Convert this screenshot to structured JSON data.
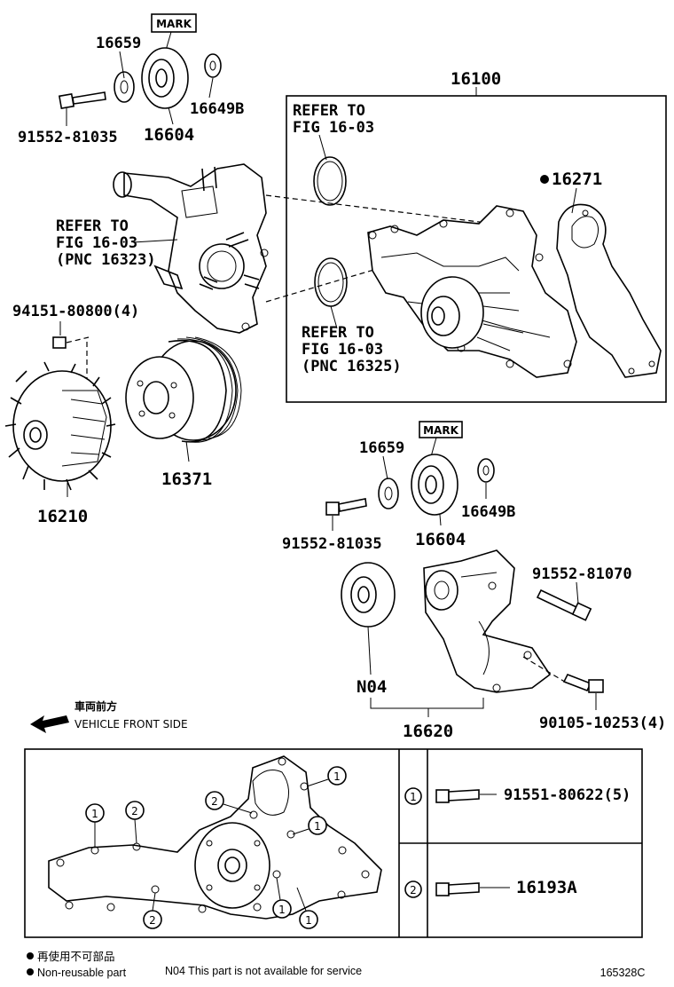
{
  "labels": {
    "mark_top": "MARK",
    "mark_mid": "MARK",
    "p16659_top": "16659",
    "p16649b_top": "16649B",
    "p16604_top": "16604",
    "p91552_81035_top": "91552-81035",
    "p16100": "16100",
    "refer_a_line1": "REFER TO",
    "refer_a_line2": "FIG 16-03",
    "p16271": "16271",
    "refer_b_line1": "REFER TO",
    "refer_b_line2": "FIG 16-03",
    "refer_b_line3": "(PNC 16323)",
    "refer_c_line1": "REFER TO",
    "refer_c_line2": "FIG 16-03",
    "refer_c_line3": "(PNC 16325)",
    "p94151": "94151-80800(4)",
    "p16371": "16371",
    "p16210": "16210",
    "p16659_mid": "16659",
    "p16649b_mid": "16649B",
    "p91552_81035_mid": "91552-81035",
    "p16604_mid": "16604",
    "p91552_81070": "91552-81070",
    "pN04": "N04",
    "p90105": "90105-10253(4)",
    "p16620": "16620",
    "front_jp": "車両前方",
    "front_en": "VEHICLE FRONT SIDE",
    "legend1_num": "1",
    "legend1_part": "91551-80622(5)",
    "legend2_num": "2",
    "legend2_part": "16193A",
    "footer_jp": "再使用不可部品",
    "footer_en": "Non-reusable part",
    "footer_n04": "N04  This part is not available for service",
    "figure_code": "165328C",
    "callout_1": "1",
    "callout_2": "2"
  }
}
